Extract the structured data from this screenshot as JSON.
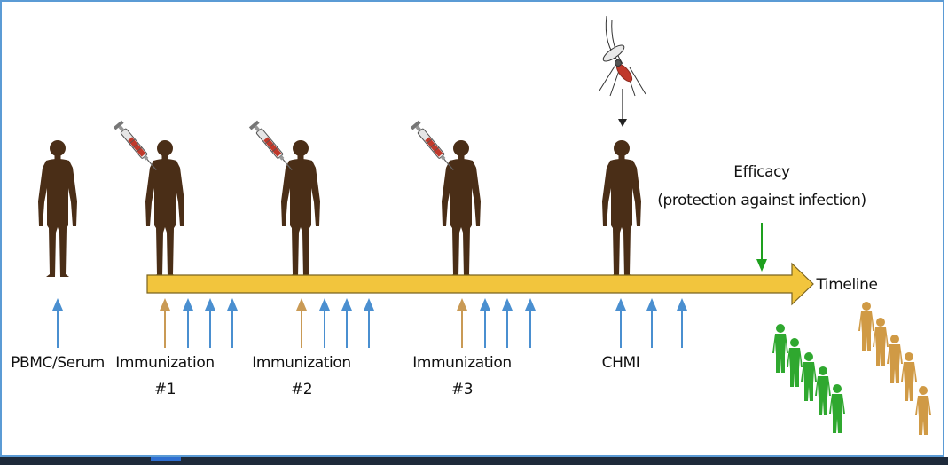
{
  "labels": {
    "baseline": "PBMC/Serum",
    "immunization_1": "Immunization",
    "immunization_1_num": "#1",
    "immunization_2": "Immunization",
    "immunization_2_num": "#2",
    "immunization_3": "Immunization",
    "immunization_3_num": "#3",
    "challenge": "CHMI",
    "efficacy_title": "Efficacy",
    "efficacy_subtitle": "(protection against infection)",
    "timeline": "Timeline"
  },
  "colors": {
    "human_figure": "#4a2e17",
    "timeline_bar": "#f2c53d",
    "timeline_bar_edge": "#7a6320",
    "sample_arrow": "#4a8fd0",
    "immunization_arrow": "#c99a55",
    "efficacy_arrow": "#1ea01e",
    "protected_group": "#2fa82f",
    "unprotected_group": "#d09a45",
    "frame_border": "#5b9bd5"
  },
  "icons": [
    "human-figure-icon",
    "syringe-icon",
    "mosquito-icon",
    "protected-group-icon",
    "unprotected-group-icon"
  ]
}
